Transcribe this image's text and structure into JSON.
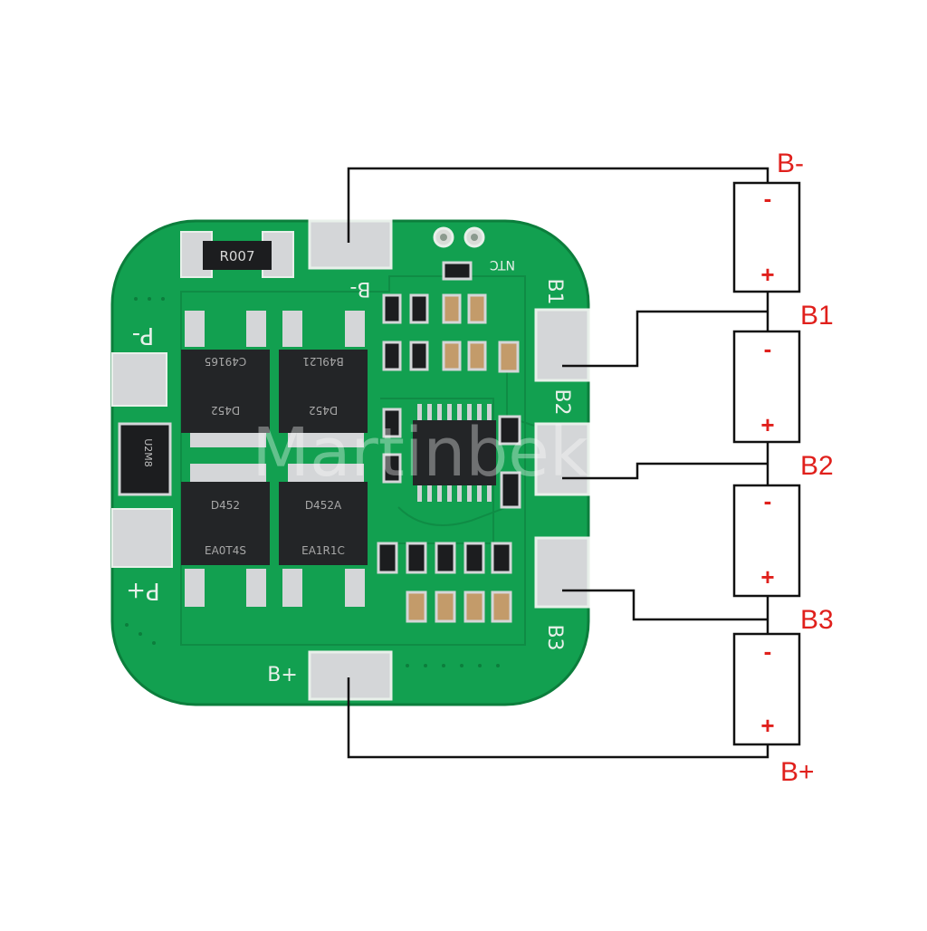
{
  "colors": {
    "pcb": "#12a050",
    "pcb_dark": "#0c7e3c",
    "pad": "#d4d6d8",
    "chip": "#232527",
    "wire": "#111111",
    "terminal_label": "#e0201c"
  },
  "board": {
    "silk": {
      "p_minus": "P-",
      "p_plus": "P+",
      "b_minus": "B-",
      "b_plus": "B+",
      "b1": "B1",
      "b2": "B2",
      "b3": "B3",
      "ntc": "NTC"
    },
    "components": {
      "shunt": "R007",
      "diode": "U2M8",
      "mosfet_1_code": "C49165",
      "mosfet_1_part": "D452",
      "mosfet_2_code": "B49L21",
      "mosfet_2_part": "D452",
      "mosfet_3_code": "EA0T4S",
      "mosfet_3_part": "D452",
      "mosfet_4_code": "EA1R1C",
      "mosfet_4_part": "D452A"
    },
    "watermark": "Martinbekm"
  },
  "cells": [
    {
      "neg": "-",
      "pos": "+"
    },
    {
      "neg": "-",
      "pos": "+"
    },
    {
      "neg": "-",
      "pos": "+"
    },
    {
      "neg": "-",
      "pos": "+"
    }
  ],
  "terminals": {
    "b_minus": "B-",
    "b1": "B1",
    "b2": "B2",
    "b3": "B3",
    "b_plus": "B+"
  }
}
